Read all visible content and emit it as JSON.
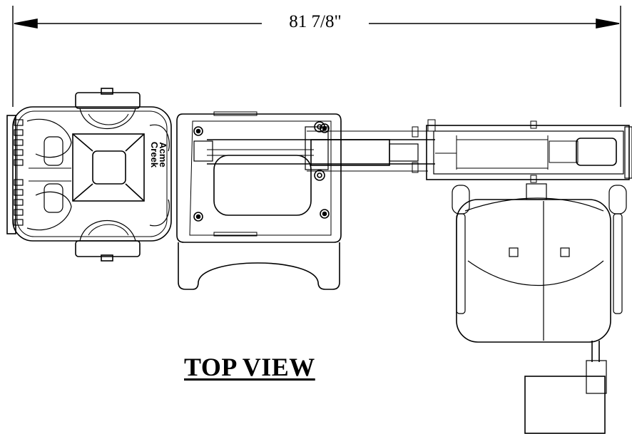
{
  "dimension": {
    "overall_length": "81 7/8\""
  },
  "view_title": "TOP VIEW",
  "brand_mark": {
    "line1": "Acme",
    "line2": "Creek"
  }
}
